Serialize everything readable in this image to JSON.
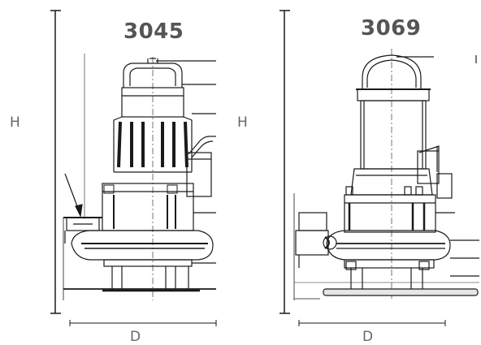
{
  "pumps": [
    {
      "model": "3045",
      "height_label": "H",
      "depth_label": "D"
    },
    {
      "model": "3069",
      "height_label": "H",
      "depth_label": "D"
    }
  ],
  "colors": {
    "line": "#1a1a1a",
    "dimension": "#222222",
    "label": "#555555"
  }
}
